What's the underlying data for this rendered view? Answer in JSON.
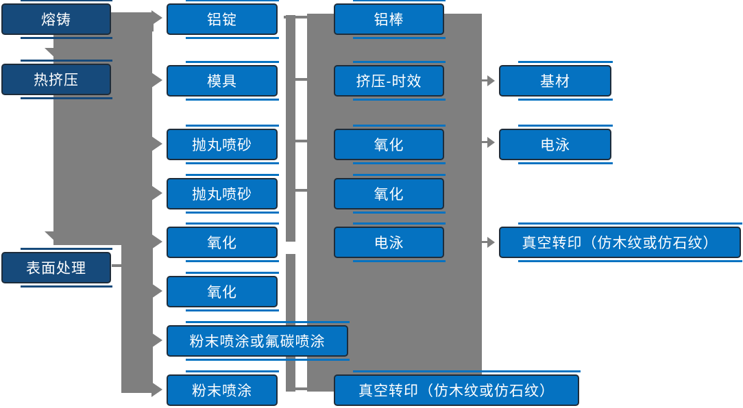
{
  "flowchart": {
    "colors": {
      "stage_box_fill": "#164A7B",
      "process_box_fill": "#0572C1",
      "box_border": "#1E2C3A",
      "connector_gray": "#7F7F7F",
      "box_text": "#FFFFFF",
      "background": "#FFFFFF"
    },
    "nodes": [
      {
        "id": "melting-casting",
        "label": "熔铸",
        "type": "stage"
      },
      {
        "id": "hot-extrusion",
        "label": "热挤压",
        "type": "stage"
      },
      {
        "id": "surface-treatment",
        "label": "表面处理",
        "type": "stage"
      },
      {
        "id": "aluminum-ingot",
        "label": "铝锭",
        "type": "process"
      },
      {
        "id": "mold",
        "label": "模具",
        "type": "process"
      },
      {
        "id": "shot-blasting-1",
        "label": "抛丸喷砂",
        "type": "process"
      },
      {
        "id": "shot-blasting-2",
        "label": "抛丸喷砂",
        "type": "process"
      },
      {
        "id": "oxidation-1",
        "label": "氧化",
        "type": "process"
      },
      {
        "id": "oxidation-2",
        "label": "氧化",
        "type": "process"
      },
      {
        "id": "powder-or-fluorocarbon-coating",
        "label": "粉末喷涂或氟碳喷涂",
        "type": "process"
      },
      {
        "id": "powder-coating",
        "label": "粉末喷涂",
        "type": "process"
      },
      {
        "id": "aluminum-rod",
        "label": "铝棒",
        "type": "process"
      },
      {
        "id": "extrusion-aging",
        "label": "挤压-时效",
        "type": "process"
      },
      {
        "id": "oxidation-3",
        "label": "氧化",
        "type": "process"
      },
      {
        "id": "oxidation-4",
        "label": "氧化",
        "type": "process"
      },
      {
        "id": "electrophoresis-1",
        "label": "电泳",
        "type": "process"
      },
      {
        "id": "vacuum-transfer-1",
        "label": "真空转印（仿木纹或仿石纹）",
        "type": "process"
      },
      {
        "id": "base-material",
        "label": "基材",
        "type": "process"
      },
      {
        "id": "electrophoresis-2",
        "label": "电泳",
        "type": "process"
      },
      {
        "id": "vacuum-transfer-2",
        "label": "真空转印（仿木纹或仿石纹）",
        "type": "process"
      }
    ],
    "edges": [
      {
        "from": "melting-casting",
        "to": "hot-extrusion"
      },
      {
        "from": "melting-casting",
        "to": "aluminum-ingot"
      },
      {
        "from": "hot-extrusion",
        "to": "mold"
      },
      {
        "from": "hot-extrusion",
        "to": "shot-blasting-1"
      },
      {
        "from": "hot-extrusion",
        "to": "shot-blasting-2"
      },
      {
        "from": "hot-extrusion",
        "to": "oxidation-1"
      },
      {
        "from": "hot-extrusion",
        "to": "surface-treatment"
      },
      {
        "from": "surface-treatment",
        "to": "oxidation-2"
      },
      {
        "from": "surface-treatment",
        "to": "powder-or-fluorocarbon-coating"
      },
      {
        "from": "surface-treatment",
        "to": "powder-coating"
      },
      {
        "from": "aluminum-ingot",
        "to": "aluminum-rod"
      },
      {
        "from": "mold",
        "to": "extrusion-aging"
      },
      {
        "from": "shot-blasting-1",
        "to": "oxidation-3"
      },
      {
        "from": "shot-blasting-2",
        "to": "oxidation-4"
      },
      {
        "from": "oxidation-1",
        "to": "electrophoresis-1"
      },
      {
        "from": "extrusion-aging",
        "to": "base-material"
      },
      {
        "from": "oxidation-3",
        "to": "electrophoresis-2"
      },
      {
        "from": "electrophoresis-1",
        "to": "vacuum-transfer-2"
      },
      {
        "from": "powder-coating",
        "to": "vacuum-transfer-1"
      }
    ]
  }
}
